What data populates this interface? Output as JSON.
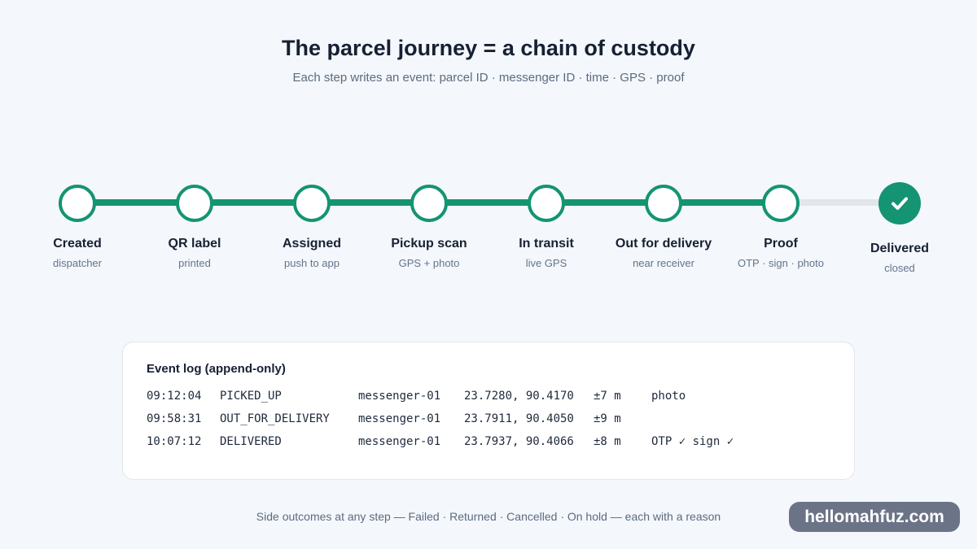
{
  "title": "The parcel journey = a chain of custody",
  "subtitle": "Each step writes an event: parcel ID · messenger ID · time · GPS · proof",
  "steps": [
    {
      "label": "Created",
      "sub": "dispatcher",
      "done": true
    },
    {
      "label": "QR label",
      "sub": "printed",
      "done": true
    },
    {
      "label": "Assigned",
      "sub": "push to app",
      "done": true
    },
    {
      "label": "Pickup scan",
      "sub": "GPS + photo",
      "done": true
    },
    {
      "label": "In transit",
      "sub": "live GPS",
      "done": true
    },
    {
      "label": "Out for delivery",
      "sub": "near receiver",
      "done": true
    },
    {
      "label": "Proof",
      "sub": "OTP · sign · photo",
      "done": true
    },
    {
      "label": "Delivered",
      "sub": "closed",
      "done": true,
      "final": true,
      "icon": "check-icon"
    }
  ],
  "progress_fraction": 0.86,
  "event_log": {
    "title": "Event log (append-only)",
    "rows": [
      {
        "time": "09:12:04",
        "event": "PICKED_UP",
        "messenger": "messenger-01",
        "gps": "23.7280, 90.4170",
        "accuracy": "±7 m",
        "proof": "photo"
      },
      {
        "time": "09:58:31",
        "event": "OUT_FOR_DELIVERY",
        "messenger": "messenger-01",
        "gps": "23.7911, 90.4050",
        "accuracy": "±9 m",
        "proof": ""
      },
      {
        "time": "10:07:12",
        "event": "DELIVERED",
        "messenger": "messenger-01",
        "gps": "23.7937, 90.4066",
        "accuracy": "±8 m",
        "proof": "OTP ✓ sign ✓"
      }
    ]
  },
  "footnote": "Side outcomes at any step — Failed · Returned · Cancelled · On hold — each with a reason",
  "watermark": "hellomahfuz.com",
  "colors": {
    "accent": "#149472",
    "track": "#e2e6ec",
    "background": "#f4f7fb",
    "card": "#ffffff"
  }
}
